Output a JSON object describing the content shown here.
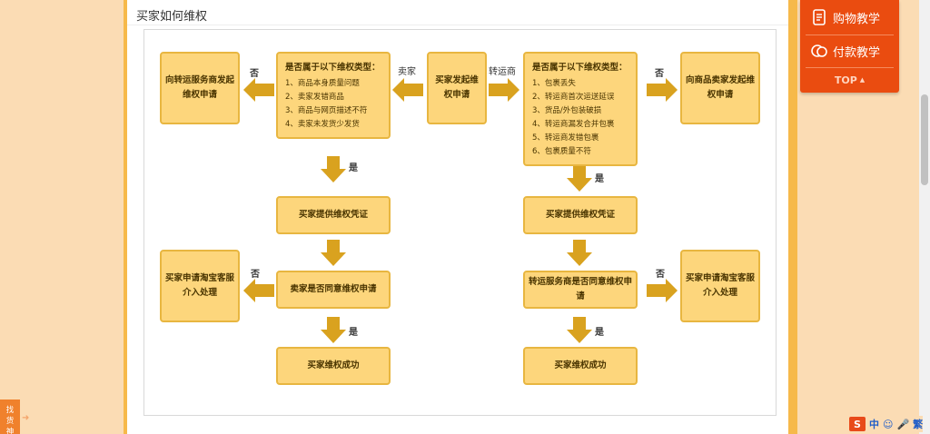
{
  "section_title": "买家如何维权",
  "center_box": "买家发起维权申请",
  "left_flow": {
    "edge_label": "卖家",
    "question": {
      "title": "是否属于以下维权类型：",
      "items": [
        "1、商品本身质量问题",
        "2、卖家发错商品",
        "3、商品与网页描述不符",
        "4、卖家未发货少发货"
      ]
    },
    "no_label": "否",
    "no_target": "向转运服务商发起维权申请",
    "yes_label": "是",
    "step_evidence": "买家提供维权凭证",
    "step_agree": "卖家是否同意维权申请",
    "no_label_2": "否",
    "no_target_2": "买家申请淘宝客服介入处理",
    "yes_label_2": "是",
    "result": "买家维权成功"
  },
  "right_flow": {
    "edge_label": "转运商",
    "question": {
      "title": "是否属于以下维权类型：",
      "items": [
        "1、包裹丢失",
        "2、转运商首次运送延误",
        "3、货品/外包装破损",
        "4、转运商漏发合并包裹",
        "5、转运商发错包裹",
        "6、包裹质量不符"
      ]
    },
    "no_label": "否",
    "no_target": "向商品卖家发起维权申请",
    "yes_label": "是",
    "step_evidence": "买家提供维权凭证",
    "step_agree": "转运服务商是否同意维权申请",
    "no_label_2": "否",
    "no_target_2": "买家申请淘宝客服介入处理",
    "yes_label_2": "是",
    "result": "买家维权成功"
  },
  "side_menu": {
    "shopping_guide": "购物教学",
    "payment_guide": "付款教学",
    "top": "TOP"
  },
  "finder": {
    "label": "找货神器"
  },
  "ime": {
    "logo": "S",
    "mode": "中",
    "extra": "繁"
  },
  "colors": {
    "box_fill": "#fdd67c",
    "box_border": "#e8b640",
    "arrow": "#d9a21f",
    "side_menu": "#ea4c10"
  }
}
